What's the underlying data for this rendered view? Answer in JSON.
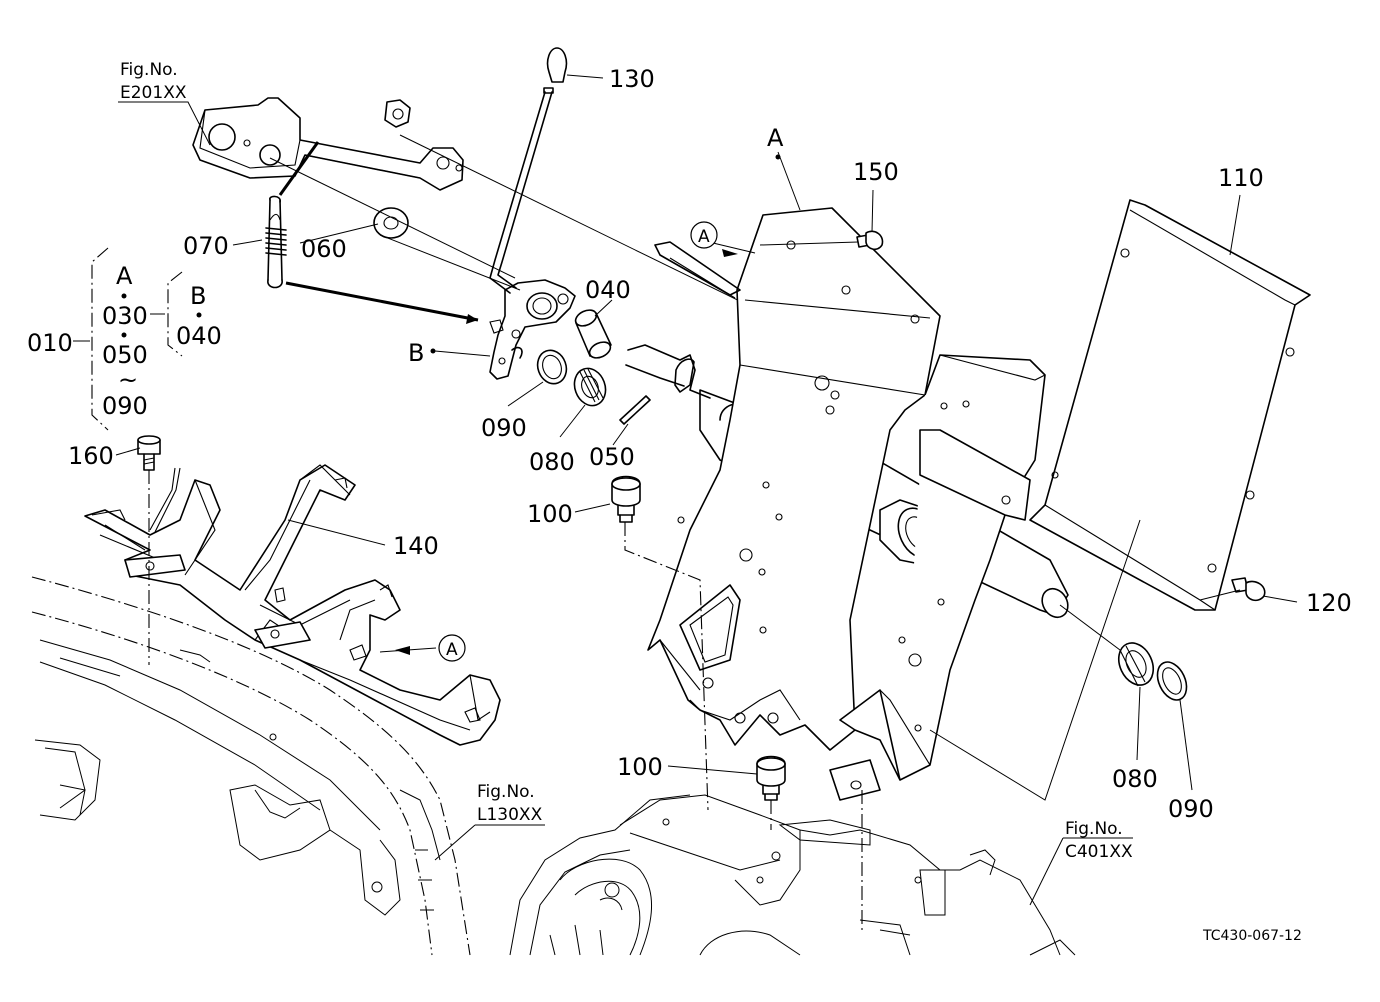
{
  "diagram": {
    "code": "TC430-067-12",
    "fig_refs": [
      {
        "label": "Fig.No.",
        "number": "E201XX"
      },
      {
        "label": "Fig.No.",
        "number": "L130XX"
      },
      {
        "label": "Fig.No.",
        "number": "C401XX"
      }
    ],
    "part_labels": [
      "130",
      "150",
      "110",
      "070",
      "060",
      "040",
      "090",
      "080",
      "050",
      "100",
      "140",
      "160",
      "120",
      "080",
      "090",
      "100"
    ],
    "letter_labels": [
      "A",
      "B"
    ],
    "callouts": [
      "A",
      "A"
    ],
    "group": {
      "id": "010",
      "set_a_letter": "A",
      "set_a_items": [
        "030",
        "050",
        "090"
      ],
      "tilde": "~",
      "set_b_letter": "B",
      "set_b_items": [
        "040"
      ]
    }
  }
}
